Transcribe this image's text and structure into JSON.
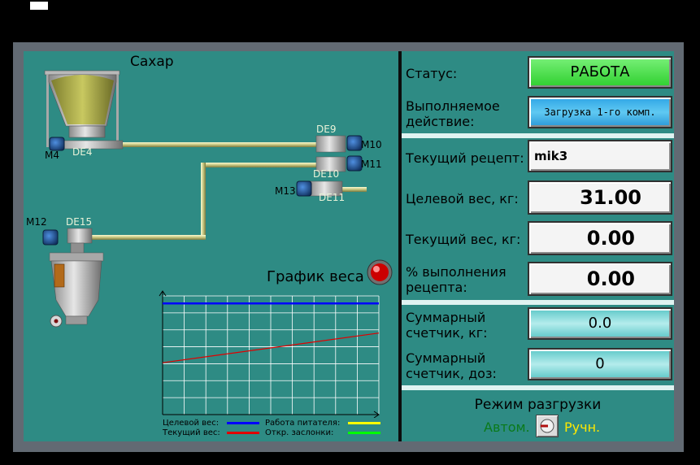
{
  "scheme": {
    "silo_title": "Сахар",
    "motors": {
      "m4": "M4",
      "m10": "M10",
      "m11": "M11",
      "m13": "M13",
      "m12": "M12"
    },
    "valves": {
      "de4": "DE4",
      "de9": "DE9",
      "de10": "DE10",
      "de11": "DE11",
      "de15": "DE15"
    }
  },
  "graph": {
    "title": "График веса",
    "legend": {
      "target_weight": "Целевой вес:",
      "current_weight": "Текущий вес:",
      "feeder_work": "Работа питателя:",
      "damper_open": "Откр. заслонки:"
    },
    "colors": {
      "target": "#0000ff",
      "current": "#e00000",
      "feeder": "#ffff00",
      "damper": "#00ff00"
    }
  },
  "chart_data": {
    "type": "line",
    "title": "График веса",
    "xlabel": "",
    "ylabel": "",
    "series": [
      {
        "name": "Целевой вес:",
        "values": [
          0.9,
          0.9
        ]
      },
      {
        "name": "Текущий вес:",
        "values": [
          0.42,
          0.66
        ]
      }
    ],
    "ylim": [
      0,
      1
    ],
    "grid": true
  },
  "status": {
    "status_label": "Статус:",
    "status_value": "РАБОТА",
    "action_label_1": "Выполняемое",
    "action_label_2": "действие:",
    "action_value": "Загрузка 1-го комп.",
    "recipe_label": "Текущий рецепт:",
    "recipe_value": "mik3",
    "target_label": "Целевой вес, кг:",
    "target_value": "31.00",
    "current_label": "Текущий вес, кг:",
    "current_value": "0.00",
    "percent_label_1": "% выполнения",
    "percent_label_2": "рецепта:",
    "percent_value": "0.00",
    "sum_kg_label_1": "Суммарный",
    "sum_kg_label_2": "счетчик, кг:",
    "sum_kg_value": "0.0",
    "sum_doses_label_1": "Суммарный",
    "sum_doses_label_2": "счетчик, доз:",
    "sum_doses_value": "0"
  },
  "unload": {
    "title": "Режим разгрузки",
    "auto": "Автом.",
    "manual": "Ручн.",
    "auto_color": "#0a7a1a",
    "manual_color": "#ffe800"
  }
}
